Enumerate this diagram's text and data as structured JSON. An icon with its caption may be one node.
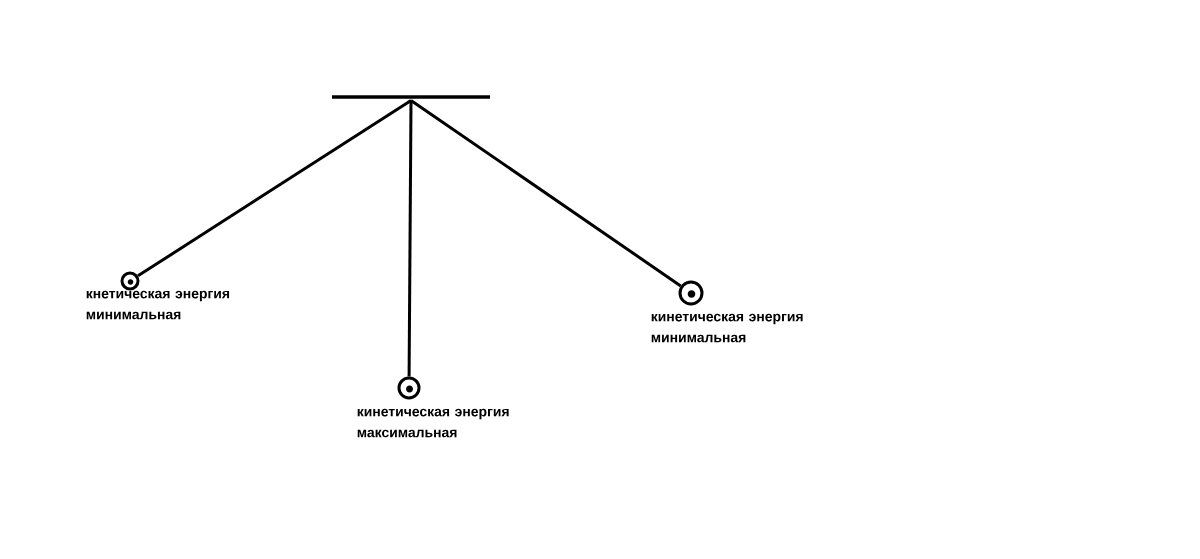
{
  "diagram": {
    "nodes": [
      {
        "text": [],
        "shape": "bar"
      },
      {
        "text": [],
        "shape": "circle",
        "beside": [
          "кнетическая энергия минимальная"
        ]
      },
      {
        "text": [],
        "shape": "circle",
        "beside": [
          "кинетическая энергия максимальная"
        ]
      },
      {
        "text": [],
        "shape": "circle",
        "beside": [
          "кинетическая энергия минимальная"
        ]
      }
    ],
    "edges": [
      {
        "from": 0,
        "to": 1,
        "arrow": "none"
      },
      {
        "from": 0,
        "to": 2,
        "arrow": "none"
      },
      {
        "from": 0,
        "to": 3,
        "arrow": "none"
      }
    ]
  }
}
